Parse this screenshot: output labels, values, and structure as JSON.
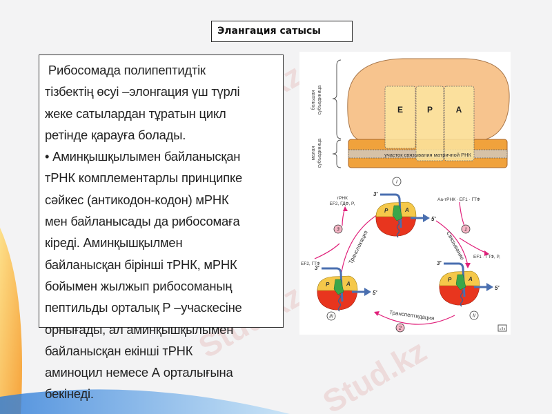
{
  "slide": {
    "title": "Элангация сатысы",
    "body_lines": [
      " Рибосомада полипептидтік",
      "тізбектің өсуі –элонгация үш түрлі",
      "жеке сатылардан тұратын цикл",
      "ретінде қарауға болады.",
      "• Аминқышқылымен байланысқан",
      "тРНК комплементарлы принципке",
      "сәйкес (антикодон-кодон) мРНК",
      "мен байланысады да рибосомаға",
      "кіреді. Аминқышқылмен",
      "байланысқан бірінші тРНК, мРНК",
      "бойымен жылжып рибосоманың",
      "пептильды орталық Р –учаскесіне",
      "орнығады, ал аминқышқылымен",
      "байланысқан екінші тРНК",
      "аминоцил немесе А орталығына",
      "бекінеді."
    ],
    "watermark": "Stud.kz"
  },
  "diagram": {
    "large_subunit_label": [
      "большая",
      "субъединица"
    ],
    "small_subunit_label": [
      "малая",
      "субъединица"
    ],
    "sites": [
      "E",
      "P",
      "A"
    ],
    "mrna_site_label": "участок связывания матричной РНК",
    "cycle": {
      "stages": [
        "I",
        "II",
        "III"
      ],
      "steps": [
        "1",
        "2",
        "3"
      ],
      "step_names": [
        "Связывание",
        "Транспептидация",
        "Транслокация"
      ],
      "input_1": "Аа-тРНК · EF1 · ГТФ",
      "output_1": "EF1 · ГТФ, P,",
      "input_3": "EF2, ГТФ",
      "output_3": [
        "тРНК",
        "EF2, ГДФ, P,"
      ],
      "end_3": "3'",
      "end_5": "5'",
      "site_p": "P",
      "site_a": "A"
    }
  },
  "colors": {
    "large_subunit": "#f7c48e",
    "small_subunit": "#f0a23c",
    "site_box": "#fbe5a0",
    "ribosome_top": "#f5c84a",
    "ribosome_bottom": "#e8351e",
    "trna": "#3aa64a",
    "mrna": "#4a6fb0",
    "arrow": "#e0207a"
  }
}
